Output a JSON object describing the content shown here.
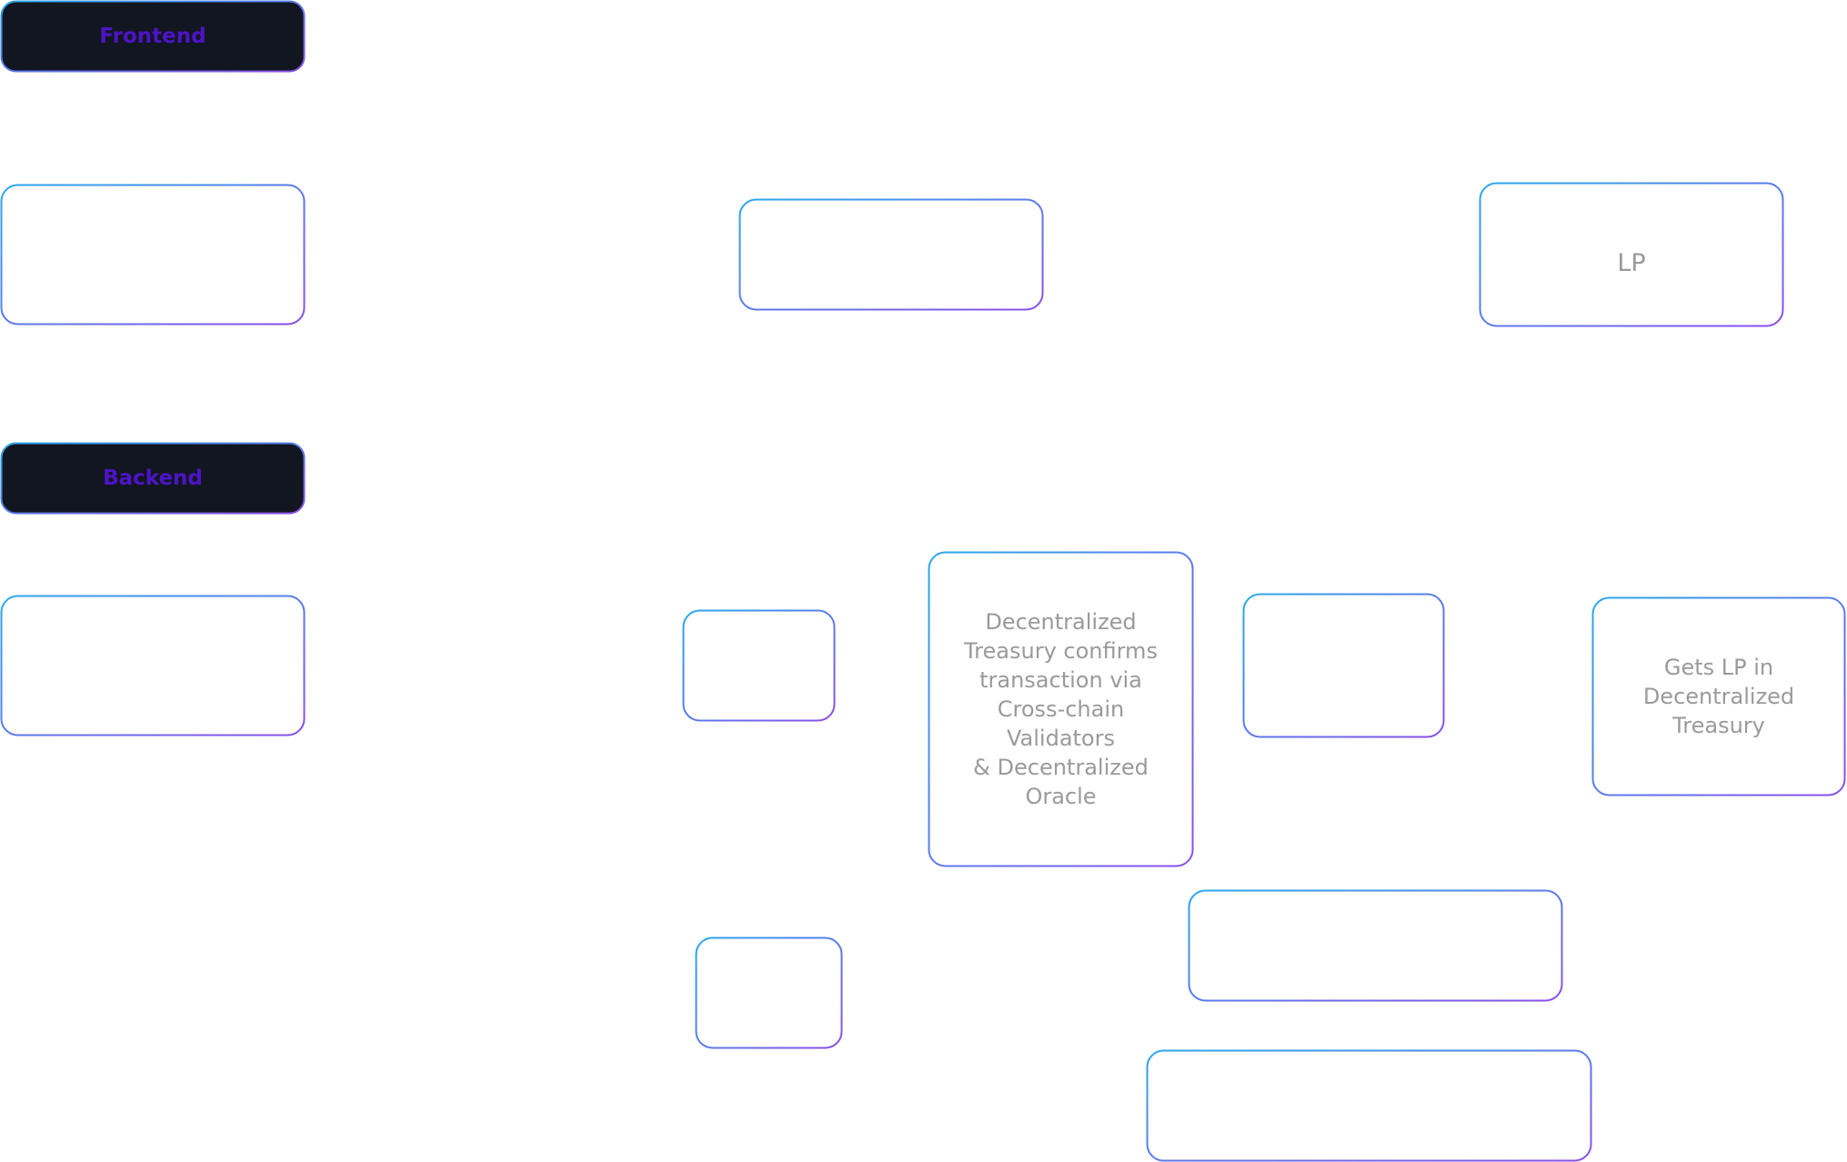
{
  "headers": {
    "frontend": "Frontend",
    "backend": "Backend"
  },
  "nodes": {
    "lp": "LP",
    "decentralized_treasury_confirms": "Decentralized\nTreasury confirms\ntransaction via\nCross-chain\nValidators\n& Decentralized\nOracle",
    "gets_lp": "Gets LP in\nDecentralized\nTreasury"
  },
  "colors": {
    "gradient_start": "#2aa8ec",
    "gradient_end": "#8b4fe8",
    "header_fill": "#121620",
    "header_text": "#4c14c8",
    "node_text": "#9a9a9a"
  }
}
